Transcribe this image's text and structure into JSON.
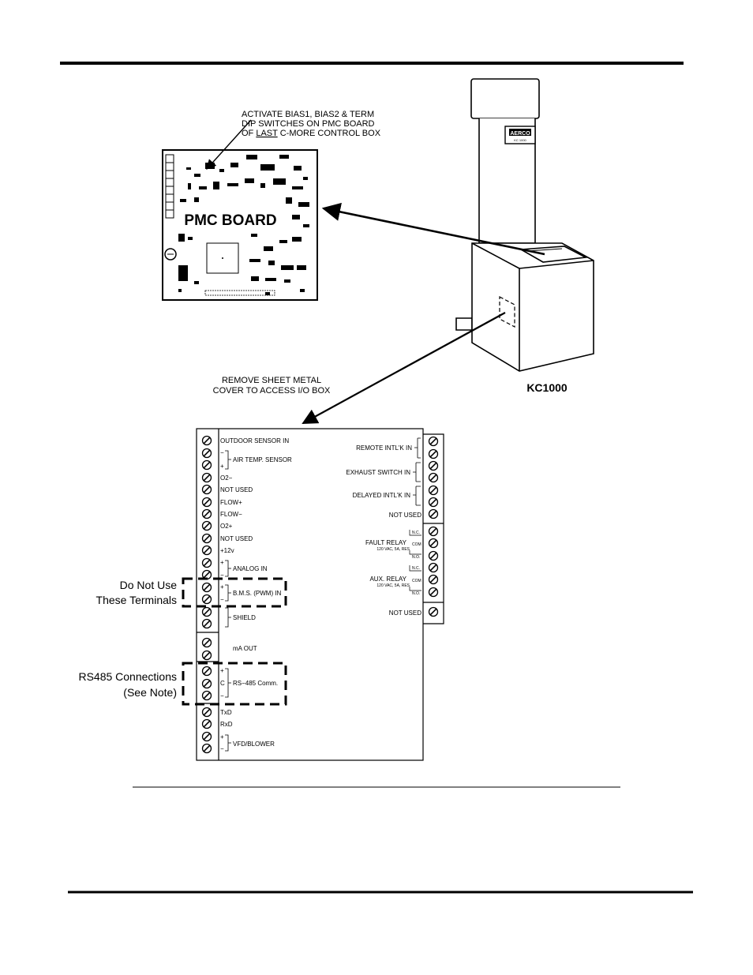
{
  "callouts": {
    "dip_line1": "ACTIVATE BIAS1, BIAS2 & TERM",
    "dip_line2": "DIP SWITCHES ON PMC BOARD",
    "dip_line3_pre": "OF ",
    "dip_line3_u": "LAST",
    "dip_line3_post": " C-MORE CONTROL BOX",
    "cover_line1": "REMOVE SHEET METAL",
    "cover_line2": "COVER TO ACCESS I/O BOX",
    "unit_model": "KC1000",
    "do_not_use_1": "Do Not Use",
    "do_not_use_2": "These Terminals",
    "rs485_1": "RS485 Connections",
    "rs485_2": "(See Note)"
  },
  "pmc_board": {
    "label": "PMC BOARD"
  },
  "unit": {
    "badge_brand": "AERCO",
    "badge_model": "KC 1000"
  },
  "left_terminals": {
    "outdoor_sensor": "OUTDOOR SENSOR IN",
    "air_temp": "AIR TEMP. SENSOR",
    "o2_minus": "O2−",
    "not_used_1": "NOT USED",
    "flow_plus": "FLOW+",
    "flow_minus": "FLOW−",
    "o2_plus": "O2+",
    "not_used_2": "NOT USED",
    "plus_12v": "+12v",
    "analog_in": "ANALOG IN",
    "bms": "B.M.S. (PWM) IN",
    "shield": "SHIELD",
    "ma_out": "mA OUT",
    "rs485": "RS−485 Comm.",
    "rs485_c": "C",
    "txd": "TxD",
    "rxd": "RxD",
    "vfd": "VFD/BLOWER",
    "plus": "+",
    "minus": "−"
  },
  "right_terminals": {
    "remote_intlk": "REMOTE INTL'K IN",
    "exhaust_switch": "EXHAUST SWITCH IN",
    "delayed_intlk": "DELAYED INTL'K IN",
    "not_used_1": "NOT USED",
    "fault_relay": "FAULT RELAY",
    "fault_rating": "120 VAC, 5A, RES",
    "aux_relay": "AUX. RELAY",
    "aux_rating": "120 VAC, 5A, RES",
    "not_used_2": "NOT USED",
    "nc": "N.C.",
    "com": "COM",
    "no": "N.O."
  }
}
